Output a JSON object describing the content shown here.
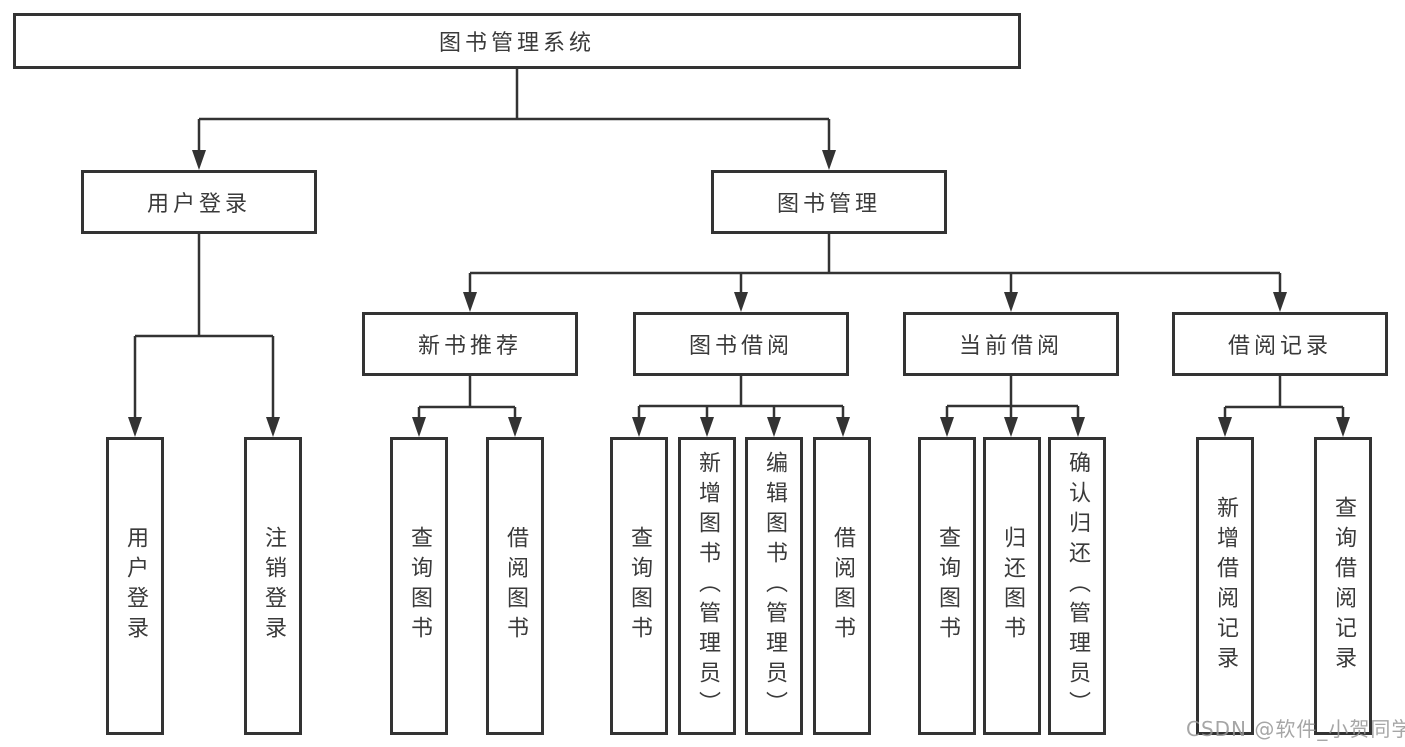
{
  "colors": {
    "background": "#ffffff",
    "line": "#333333",
    "box_border": "#333333",
    "text": "#3a3a3a",
    "watermark": "#969696"
  },
  "diagram": {
    "root": {
      "label": "图书管理系统"
    },
    "branches": [
      {
        "label": "用户登录",
        "children": [
          {
            "label": "用户登录"
          },
          {
            "label": "注销登录"
          }
        ]
      },
      {
        "label": "图书管理",
        "children": [
          {
            "label": "新书推荐",
            "children": [
              {
                "label": "查询图书"
              },
              {
                "label": "借阅图书"
              }
            ]
          },
          {
            "label": "图书借阅",
            "children": [
              {
                "label": "查询图书"
              },
              {
                "label": "新增图书（管理员）"
              },
              {
                "label": "编辑图书（管理员）"
              },
              {
                "label": "借阅图书"
              }
            ]
          },
          {
            "label": "当前借阅",
            "children": [
              {
                "label": "查询图书"
              },
              {
                "label": "归还图书"
              },
              {
                "label": "确认归还（管理员）"
              }
            ]
          },
          {
            "label": "借阅记录",
            "children": [
              {
                "label": "新增借阅记录"
              },
              {
                "label": "查询借阅记录"
              }
            ]
          }
        ]
      }
    ]
  },
  "watermark": {
    "text": "CSDN @软件_小贺同学"
  }
}
